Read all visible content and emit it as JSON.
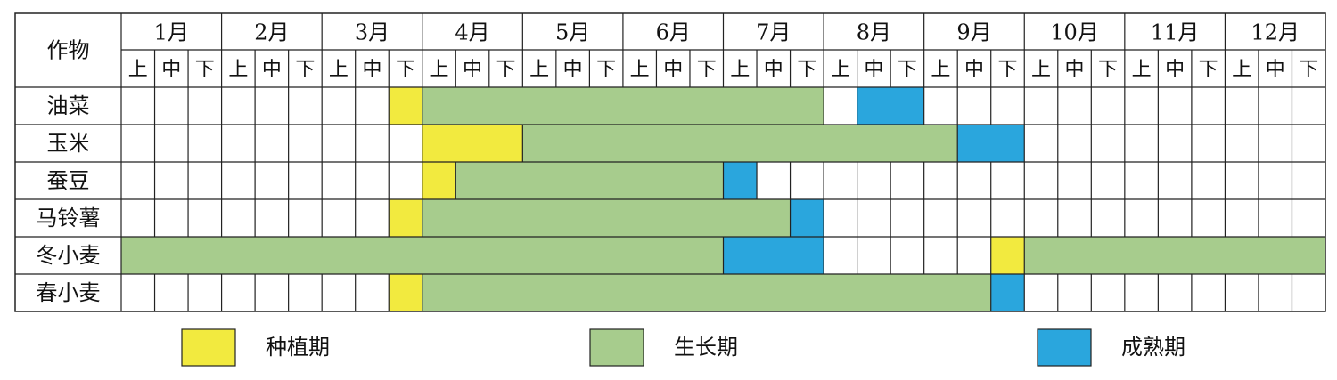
{
  "header": {
    "crop_label": "作物",
    "months": [
      "1月",
      "2月",
      "3月",
      "4月",
      "5月",
      "6月",
      "7月",
      "8月",
      "9月",
      "10月",
      "11月",
      "12月"
    ],
    "dekads": [
      "上",
      "中",
      "下"
    ]
  },
  "colors": {
    "planting": "#f2ea3f",
    "growing": "#a7cc8d",
    "mature": "#2aa6dd"
  },
  "legend": [
    {
      "key": "planting",
      "label": "种植期"
    },
    {
      "key": "growing",
      "label": "生长期"
    },
    {
      "key": "mature",
      "label": "成熟期"
    }
  ],
  "crops": [
    {
      "name": "油菜",
      "segments": [
        {
          "phase": "planting",
          "start": "3月下",
          "end": "3月下"
        },
        {
          "phase": "growing",
          "start": "4月上",
          "end": "7月下"
        },
        {
          "phase": "mature",
          "start": "8月中",
          "end": "8月下"
        }
      ]
    },
    {
      "name": "玉米",
      "segments": [
        {
          "phase": "planting",
          "start": "4月上",
          "end": "4月下"
        },
        {
          "phase": "growing",
          "start": "5月上",
          "end": "9月上"
        },
        {
          "phase": "mature",
          "start": "9月中",
          "end": "9月下"
        }
      ]
    },
    {
      "name": "蚕豆",
      "segments": [
        {
          "phase": "planting",
          "start": "4月上",
          "end": "4月上"
        },
        {
          "phase": "growing",
          "start": "4月中",
          "end": "6月下"
        },
        {
          "phase": "mature",
          "start": "7月上",
          "end": "7月上"
        }
      ]
    },
    {
      "name": "马铃薯",
      "segments": [
        {
          "phase": "planting",
          "start": "3月下",
          "end": "3月下"
        },
        {
          "phase": "growing",
          "start": "4月上",
          "end": "7月中"
        },
        {
          "phase": "mature",
          "start": "7月下",
          "end": "7月下"
        }
      ]
    },
    {
      "name": "冬小麦",
      "segments": [
        {
          "phase": "growing",
          "start": "1月上",
          "end": "6月下"
        },
        {
          "phase": "mature",
          "start": "7月上",
          "end": "7月下"
        },
        {
          "phase": "planting",
          "start": "9月下",
          "end": "9月下"
        },
        {
          "phase": "growing",
          "start": "10月上",
          "end": "12月下"
        }
      ]
    },
    {
      "name": "春小麦",
      "segments": [
        {
          "phase": "planting",
          "start": "3月下",
          "end": "3月下"
        },
        {
          "phase": "growing",
          "start": "4月上",
          "end": "9月中"
        },
        {
          "phase": "mature",
          "start": "9月下",
          "end": "9月下"
        }
      ]
    }
  ]
}
